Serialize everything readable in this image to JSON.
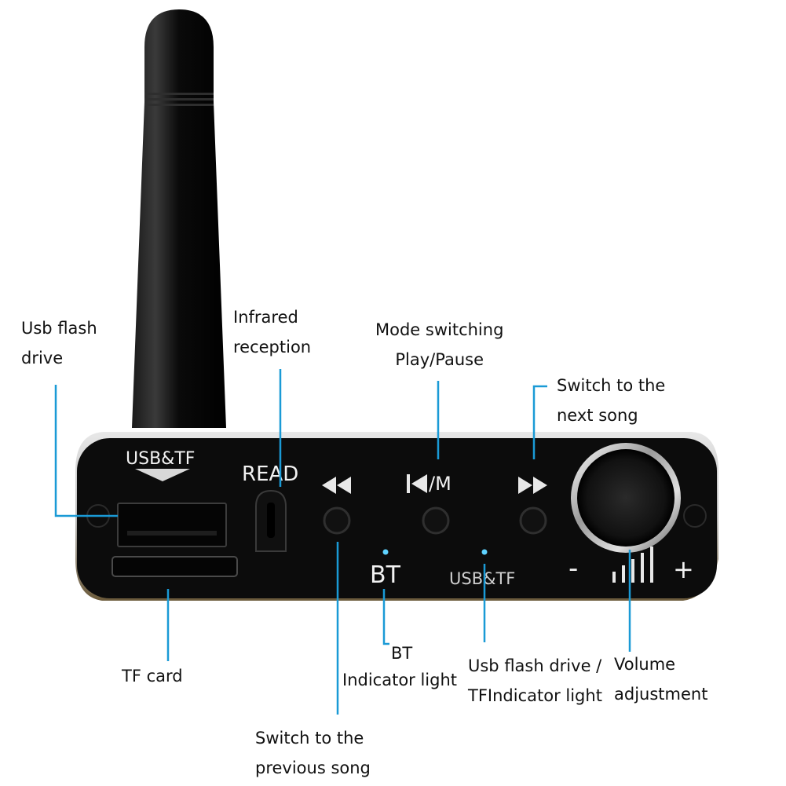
{
  "device": {
    "panel_labels": {
      "usb_tf": "USB&TF",
      "read": "READ",
      "mode": "/M",
      "bt": "BT",
      "usb_tf_indicator": "USB&TF",
      "minus": "-",
      "plus": "+"
    }
  },
  "callouts": {
    "usb_flash_drive": [
      "Usb flash",
      "drive"
    ],
    "infrared_reception": [
      "Infrared",
      "reception"
    ],
    "mode_switching": [
      "Mode switching",
      "Play/Pause"
    ],
    "next_song": [
      "Switch to the",
      "next song"
    ],
    "tf_card": [
      "TF card"
    ],
    "bt_indicator": [
      "BT",
      "Indicator light"
    ],
    "usb_tf_indicator": [
      "Usb flash drive /",
      "TFIndicator light"
    ],
    "volume": [
      "Volume",
      "adjustment"
    ],
    "previous_song": [
      "Switch to the",
      "previous song"
    ]
  },
  "colors": {
    "leader_line": "#1a9ad6",
    "panel": "#0c0c0c",
    "led": "#5fd3ff",
    "antenna": "#0a0a0a"
  },
  "icons": {
    "previous": "rewind-icon",
    "play_pause": "skip-back-icon",
    "next": "fast-forward-icon",
    "volume": "volume-bars-icon"
  }
}
